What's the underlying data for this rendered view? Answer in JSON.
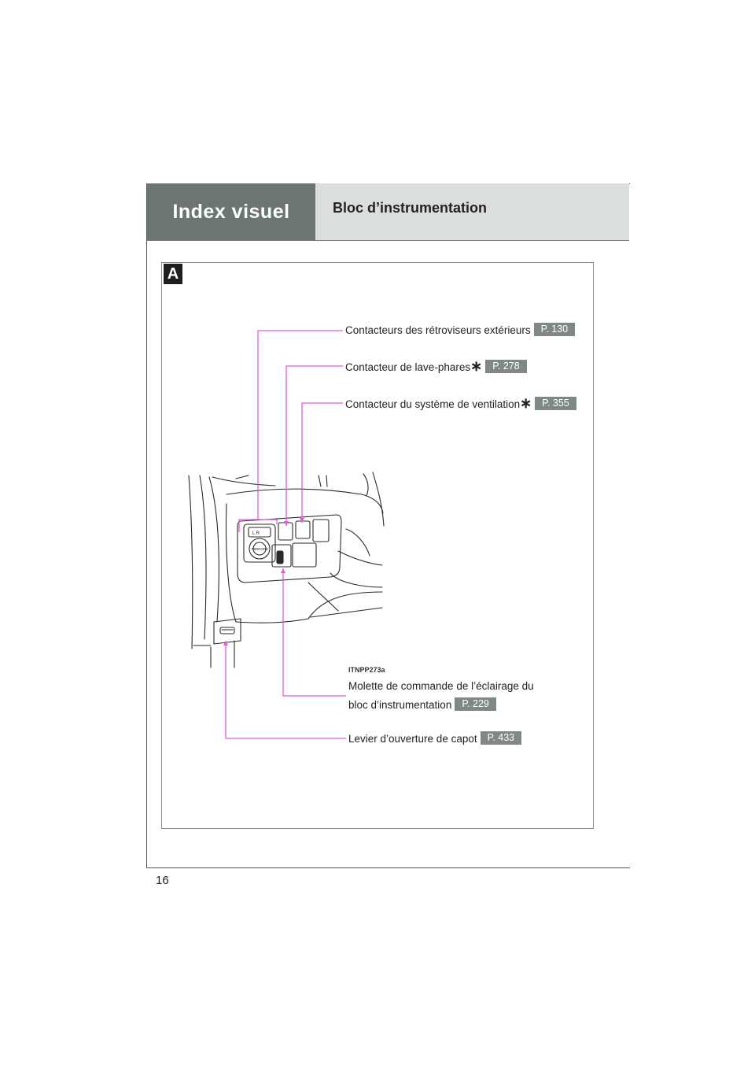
{
  "header": {
    "section_title": "Index visuel",
    "subsection_title": "Bloc d’instrumentation"
  },
  "figure": {
    "marker": "A",
    "code": "ITNPP273a",
    "colors": {
      "leader_line": "#e35bd6",
      "header_dark": "#6c7572",
      "header_light": "#dcdedd",
      "ref_badge": "#7f8884"
    }
  },
  "callouts": [
    {
      "label": "Contacteurs des rétroviseurs extérieurs",
      "asterisk": "",
      "ref": "P. 130"
    },
    {
      "label": "Contacteur de lave-phares",
      "asterisk": "∗",
      "ref": "P. 278"
    },
    {
      "label": "Contacteur du système de ventilation",
      "asterisk": "∗",
      "ref": "P. 355"
    },
    {
      "label_line1": "Molette de commande de l’éclairage du",
      "label_line2": "bloc d’instrumentation",
      "ref": "P. 229"
    },
    {
      "label": "Levier d’ouverture de capot",
      "ref": "P. 433"
    }
  ],
  "illustration": {
    "mirror_switch_text": "MIRRORS",
    "mirror_lr_text": "L  R"
  },
  "footer": {
    "page_number": "16"
  }
}
